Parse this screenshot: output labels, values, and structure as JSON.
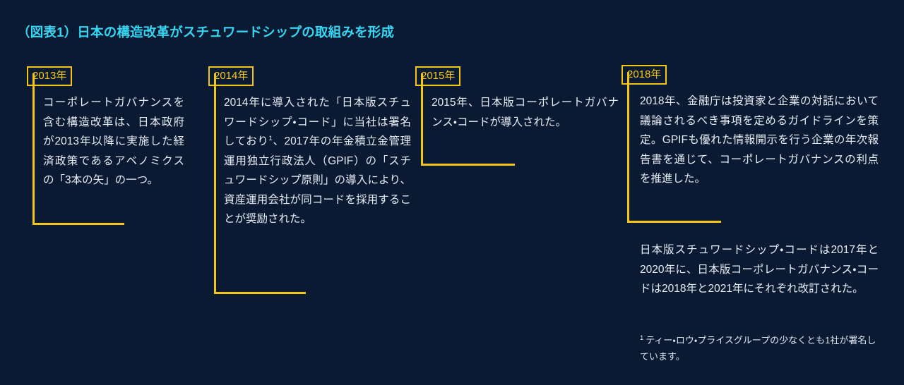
{
  "page": {
    "background_color": "#0a1a33",
    "accent_color": "#f5c518",
    "title_color": "#35d6f2",
    "body_text_color": "#e8edf5"
  },
  "title": "（図表1）日本の構造改革がスチュワードシップの取組みを形成",
  "timeline": [
    {
      "year_label": "2013年",
      "body": "コーポレートガバナンスを含む構造改革は、日本政府が2013年以降に実施した経済政策であるアベノミクスの「3本の矢」の一つ。"
    },
    {
      "year_label": "2014年",
      "body_part1": "2014年に導入された「日本版スチュワードシップ・コード」に当社は署名しており",
      "footnote_marker": "1",
      "body_part2": "、2017年の年金積立金管理運用独立行政法人（GPIF）の「スチュワードシップ原則」の導入により、資産運用会社が同コードを採用することが奨励された。"
    },
    {
      "year_label": "2015年",
      "body": "2015年、日本版コーポレートガバナンス・コードが導入された。"
    },
    {
      "year_label": "2018年",
      "body": "2018年、金融庁は投資家と企業の対話において議論されるべき事項を定めるガイドラインを策定。GPIFも優れた情報開示を行う企業の年次報告書を通じて、コーポレートガバナンスの利点を推進した。"
    }
  ],
  "supplementary_note": "日本版スチュワードシップ・コードは2017年と2020年に、日本版コーポレートガバナンス・コードは2018年と2021年にそれぞれ改訂された。",
  "footnote": {
    "marker": "1",
    "text": "ティー・ロウ・プライスグループの少なくとも1社が署名しています。"
  }
}
